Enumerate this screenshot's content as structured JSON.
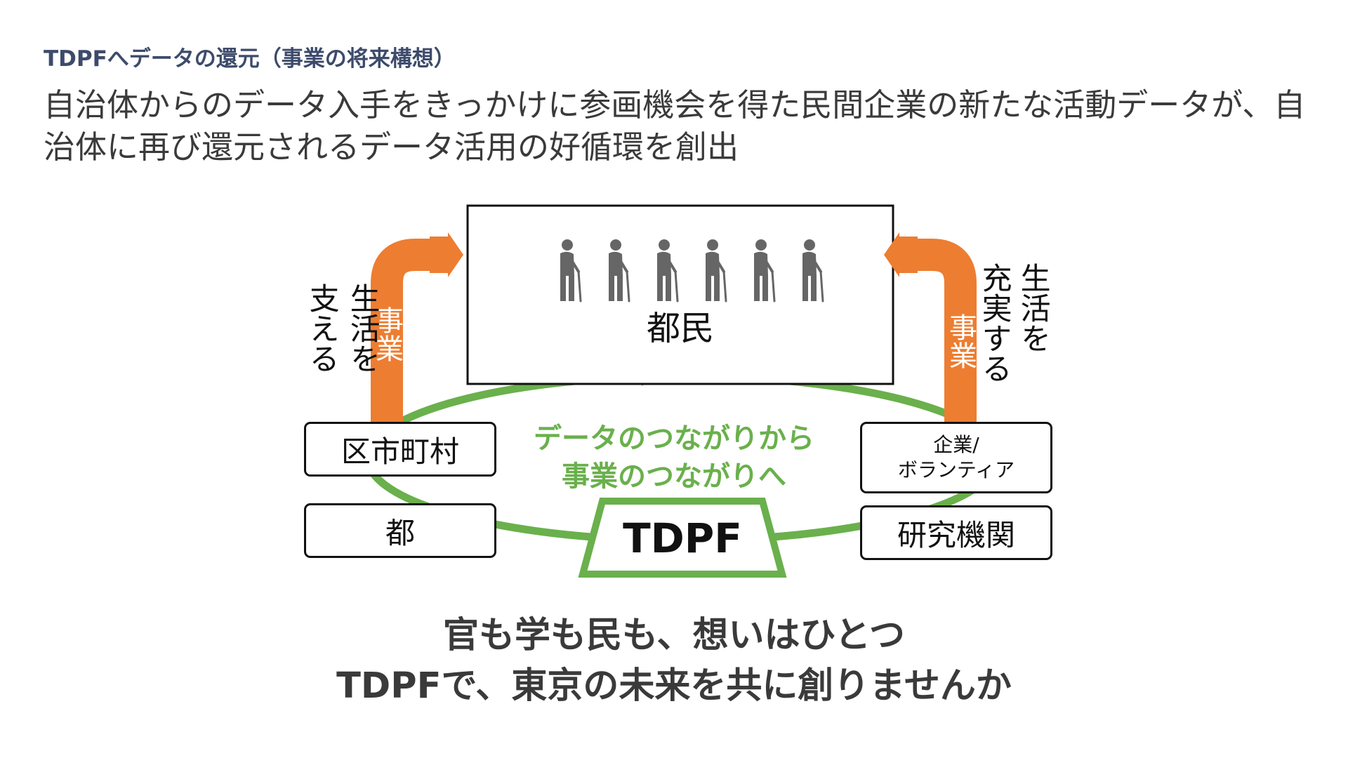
{
  "header": {
    "kicker": "TDPFへデータの還元（事業の将来構想）",
    "lead": "自治体からのデータ入手をきっかけに参画機会を得た民間企業の新たな活動データが、自治体に再び還元されるデータ活用の好循環を創出"
  },
  "diagram": {
    "citizens_label": "都民",
    "people_count": 6,
    "left_arrow": {
      "label": "事業",
      "caption": [
        "生活を",
        "支える"
      ]
    },
    "right_arrow": {
      "label": "事業",
      "caption": [
        "生活を",
        "充実する"
      ]
    },
    "cycle_text": [
      "データのつながりから",
      "事業のつながりへ"
    ],
    "platform_label": "TDPF",
    "nodes": {
      "municipality": "区市町村",
      "metro": "都",
      "company_line1": "企業/",
      "company_line2": "ボランティア",
      "research": "研究機関"
    }
  },
  "closing": {
    "line1": "官も学も民も、想いはひとつ",
    "line2": "TDPFで、東京の未来を共に創りませんか"
  },
  "colors": {
    "kicker": "#3d4b6b",
    "green": "#6ab04c",
    "orange": "#ed7d31",
    "person": "#666666",
    "text": "#3a3a3a"
  },
  "icons": {
    "person": "elderly-person-with-cane-icon"
  }
}
